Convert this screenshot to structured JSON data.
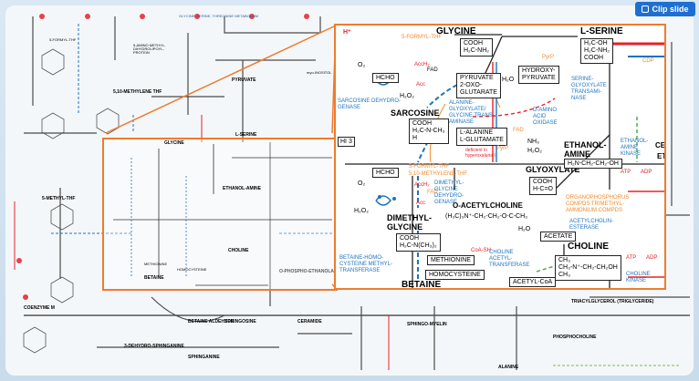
{
  "clip_slide_label": "Clip slide",
  "background_texts": {
    "formyl": "5-FORMYL-THF",
    "aminomethyl": "5-AMINO METHYL-DIHYDROLIPOYL-PROTEIN",
    "methylenethf": "5,10-METHYLENE THF",
    "pyruvate": "PYRUVATE",
    "lserine": "L-SERINE",
    "glycine": "GLYCINE",
    "ethanolamine": "ETHANOL-AMINE",
    "choline": "CHOLINE",
    "betaine": "BETAINE",
    "homocysteine": "HOMOCYSTEINE",
    "methionine": "METHIONINE",
    "sphingosine": "SPHINGOSINE",
    "ceramide": "CERAMIDE",
    "sphingomyelin": "SPHINGO-MYELIN",
    "triacylglycerol": "TRIACYLGLYCEROL (TRIGLYCERIDE)",
    "phosphocholine": "PHOSPHOCHOLINE",
    "coenzyme": "COENZYME M",
    "methylthf": "5-METHYL-THF",
    "myo": "myo-INOSITOL",
    "betainealdehyde": "BETAINE ALDEHYDE",
    "sphinganine": "SPHINGANINE",
    "dehydrosphinganine": "3-DEHYDRO-SPHINGANINE",
    "alanine": "ALANINE",
    "phosphoethanolamine": "O-PHOSPHO-ETHANOLAMINE",
    "header_strip": "GLYCINE, SERINE, THREONINE METABOLISM"
  },
  "zoom": {
    "glycine": "GLYCINE",
    "glycine_formula": [
      "COOH",
      "H₂C-NH₂"
    ],
    "lserine": "L-SERINE",
    "lserine_formula": [
      "H₂C-OH",
      "H₂C-NH₂",
      "COOH"
    ],
    "hcho": "HCHO",
    "pyruvate_box": [
      "PYRUVATE",
      "2-OXO-",
      "GLUTARATE"
    ],
    "hydroxypyruvate": [
      "HYDROXY-",
      "PYRUVATE"
    ],
    "serine_glyoxylate": [
      "SERINE-",
      "GLYOXYLATE",
      "TRANSAMI-",
      "NASE"
    ],
    "sarcosine_dh": [
      "SARCOSINE DEHYDRO-",
      "GENASE"
    ],
    "sarcosine": "SARCOSINE",
    "sarcosine_formula": [
      "COOH",
      "H₂C-N-CH₃",
      "H"
    ],
    "alanine_transaminase": [
      "ALANINE-",
      "GLYOXYLATE/",
      "GLYCINE TRANS-",
      "AMINASE"
    ],
    "lalanine_box": [
      "L-ALANINE",
      "L-GLUTAMATE"
    ],
    "damino": [
      "D-AMINO",
      "ACID",
      "OXIDASE"
    ],
    "deficient": [
      "deficient in",
      "hyperoxaluria I"
    ],
    "fad": "FAD",
    "nh3": "NH₃",
    "h2o2": "H₂O₂",
    "h2o": "H₂O",
    "o2": "O₂",
    "pyrp": "PyrP",
    "hi3": "HI 3",
    "hcho2": "HCHO",
    "formylthf": "5-FORMYL-THF",
    "methylenethf": "5,10-METHYLENE-THF",
    "acch": "AccH₂",
    "acc": "Acc",
    "dimethylglycine_dh": [
      "DIMETHYL-",
      "GLYCINE",
      "DEHYDRO-",
      "GENASE"
    ],
    "glyoxylate": "GLYOXYLATE",
    "glyoxylate_formula": [
      "COOH",
      "H-C=O"
    ],
    "oacetylcholine": "O-ACETYLCHOLINE",
    "oacetylcholine_formula": "(H₃C)₃N⁺-CH₂-CH₂-O-C-CH₃",
    "dimethylglycine": [
      "DIMETHYL-",
      "GLYCINE"
    ],
    "dimethylglycine_formula": [
      "COOH",
      "H₂C-N(CH₃)₂"
    ],
    "organophosphorus": [
      "ORGANOPHOSPHORUS",
      "COMPDS TRIMETHYL-",
      "AMMONIUM COMPDS"
    ],
    "acetylcholinesterase": [
      "ACETYLCHOLIN-",
      "ESTERASE"
    ],
    "acetate": "ACETATE",
    "methionine": "METHIONINE",
    "coa_sh": "CoA-SH",
    "choline_acetyltransferase": [
      "CHOLINE",
      "ACETYL-",
      "TRANSFERASE"
    ],
    "choline": "CHOLINE",
    "choline_formula": [
      "CH₃",
      "CH₃-N⁺-CH₂-CH₂OH",
      "CH₃"
    ],
    "choline_kinase": [
      "CHOLINE",
      "KINASE"
    ],
    "betaine_homocysteine": [
      "BETAINE-HOMO-",
      "CYSTEINE METHYL-",
      "TRANSFERASE"
    ],
    "homocysteine": "HOMOCYSTEINE",
    "acetylcoa": "ACETYL-CoA",
    "betaine": "BETAINE",
    "ethanolamine": [
      "ETHANOL-",
      "AMINE"
    ],
    "ethanolamine_formula": "H₂N-CH₂-CH₂-OH",
    "ethanolamine_kinase": [
      "ETHANOL-",
      "AMINE",
      "KINASE"
    ],
    "atp": "ATP",
    "adp": "ADP",
    "ce_fragment": "CE",
    "et_fragment": "ET",
    "cdp_fragment": "CDP",
    "pyrp2": "PyrP",
    "hplus": "H⁺"
  },
  "colors": {
    "accent_orange": "#ef7b2f",
    "enzyme_blue": "#1e73be",
    "cofactor_orange": "#f28a2b",
    "arrow_red": "#e8202a",
    "button_blue": "#1f6fd1"
  }
}
